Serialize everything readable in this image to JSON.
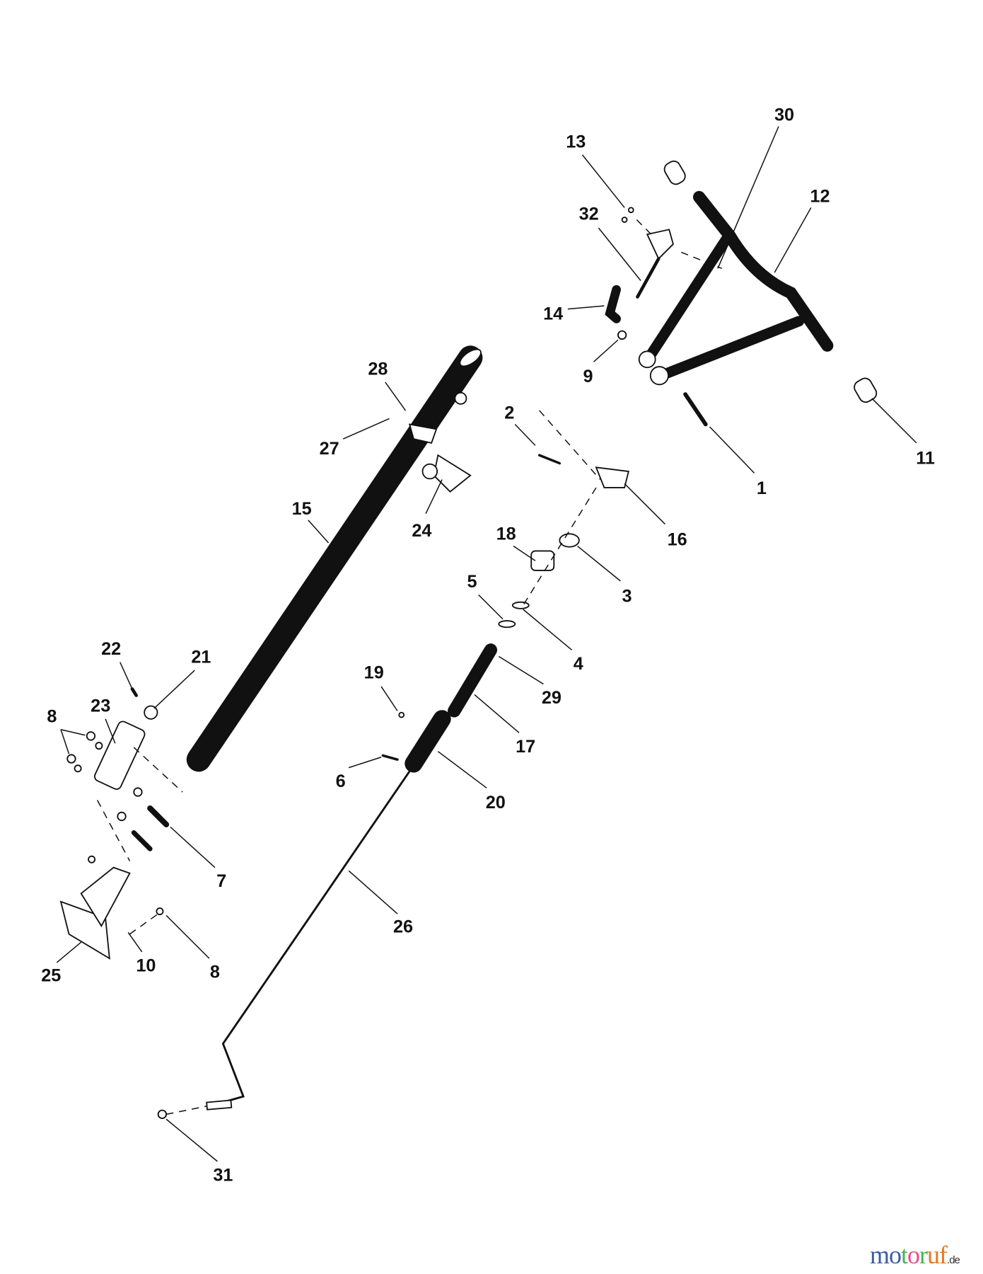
{
  "diagram": {
    "type": "exploded-parts-view",
    "callouts": [
      "30",
      "13",
      "12",
      "32",
      "14",
      "9",
      "28",
      "2",
      "27",
      "11",
      "1",
      "15",
      "24",
      "16",
      "18",
      "3",
      "5",
      "4",
      "22",
      "21",
      "19",
      "29",
      "23",
      "8",
      "17",
      "6",
      "20",
      "7",
      "26",
      "25",
      "10",
      "8",
      "31"
    ]
  },
  "watermark": {
    "letters": [
      "m",
      "o",
      "t",
      "o",
      "r",
      "u",
      "f"
    ],
    "suffix": ".de",
    "colors": [
      "#3a5aa8",
      "#3a5aa8",
      "#4caf50",
      "#e84c8b",
      "#4caf50",
      "#e8771e",
      "#e8771e",
      "#f2c200"
    ]
  }
}
